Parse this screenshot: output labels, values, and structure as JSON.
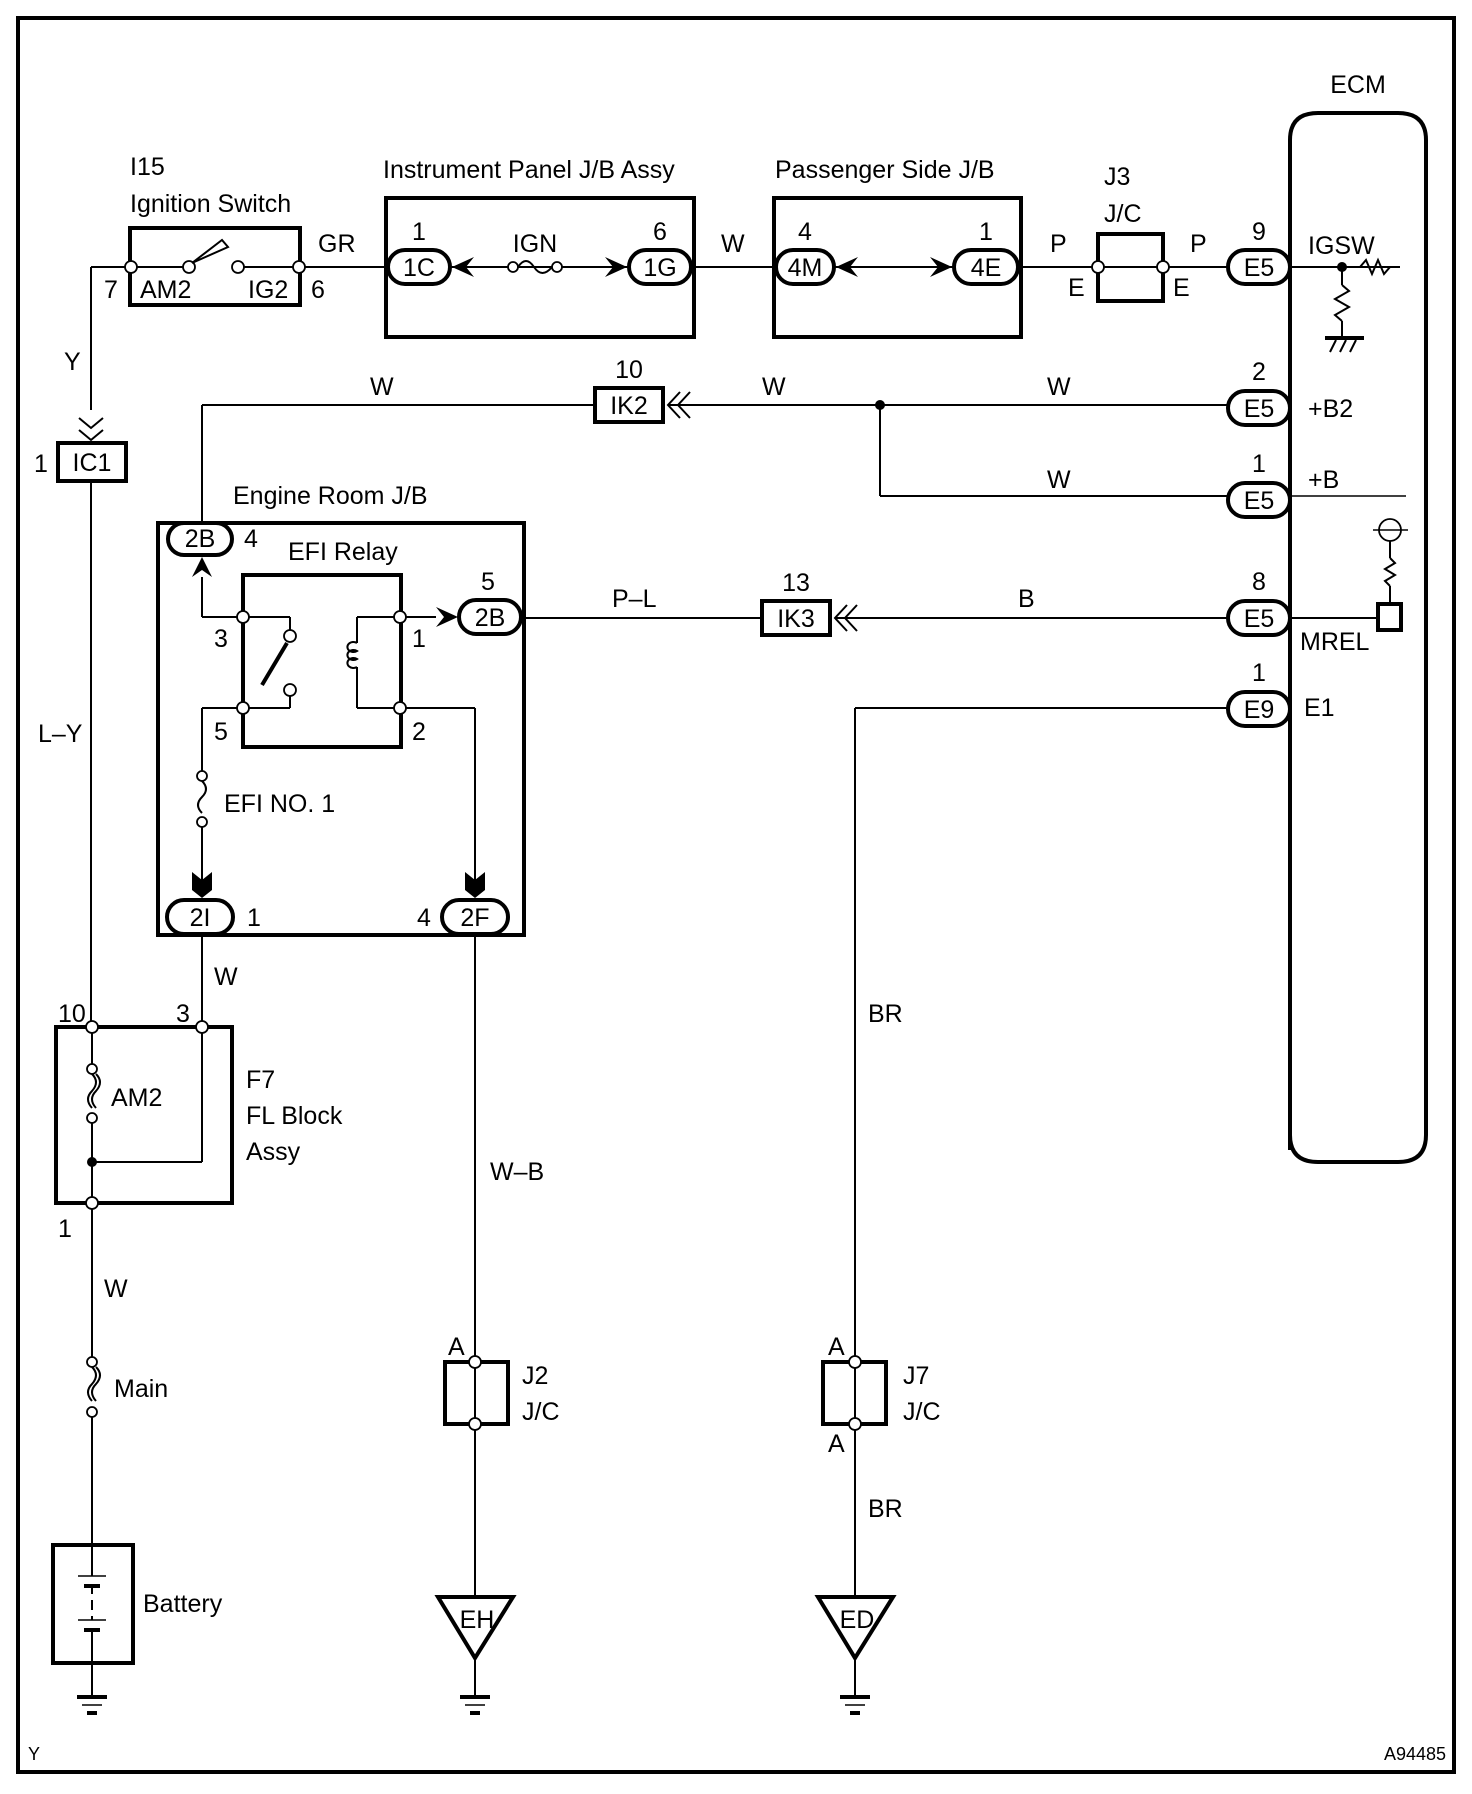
{
  "diagram": {
    "figure_id": "A94485",
    "corner_label": "Y",
    "colors": {
      "line": "#000000",
      "background": "#ffffff"
    }
  },
  "components": {
    "ecm": {
      "title": "ECM",
      "terminals": {
        "igsw": {
          "connector": "E5",
          "pin": "9",
          "label": "IGSW"
        },
        "b2": {
          "connector": "E5",
          "pin": "2",
          "label": "+B2"
        },
        "b": {
          "connector": "E5",
          "pin": "1",
          "label": "+B"
        },
        "mrel": {
          "connector": "E5",
          "pin": "8",
          "label": "MREL"
        },
        "e1": {
          "connector": "E9",
          "pin": "1",
          "label": "E1"
        }
      }
    },
    "ignition_switch": {
      "code": "I15",
      "name": "Ignition Switch",
      "left_pin": "7",
      "right_pin": "6",
      "left_label": "AM2",
      "right_label": "IG2"
    },
    "instrument_panel_jb": {
      "name": "Instrument Panel J/B Assy",
      "fuse": "IGN",
      "left": {
        "connector": "1C",
        "pin": "1"
      },
      "right": {
        "connector": "1G",
        "pin": "6"
      }
    },
    "passenger_side_jb": {
      "name": "Passenger Side J/B",
      "left": {
        "connector": "4M",
        "pin": "4"
      },
      "right": {
        "connector": "4E",
        "pin": "1"
      }
    },
    "j3": {
      "code": "J3",
      "name": "J/C",
      "left_pin": "E",
      "right_pin": "E"
    },
    "ik2": {
      "connector": "IK2",
      "pin": "10"
    },
    "ik3": {
      "connector": "IK3",
      "pin": "13"
    },
    "ic1": {
      "connector": "IC1",
      "pin": "1"
    },
    "engine_room_jb": {
      "name": "Engine Room J/B",
      "relay": {
        "name": "EFI Relay",
        "pins": [
          "3",
          "5",
          "1",
          "2"
        ]
      },
      "conn_2b_top": {
        "connector": "2B",
        "pin": "4"
      },
      "conn_2b_right": {
        "connector": "2B",
        "pin": "5"
      },
      "fuse": "EFI NO. 1",
      "conn_2i": {
        "connector": "2I",
        "pin": "1"
      },
      "conn_2f": {
        "connector": "2F",
        "pin": "4"
      }
    },
    "fl_block": {
      "code": "F7",
      "name_line1": "FL Block",
      "name_line2": "Assy",
      "fuse": "AM2",
      "pin_top_left": "10",
      "pin_top_right": "3",
      "pin_bottom": "1"
    },
    "main_fuse": {
      "name": "Main"
    },
    "battery": {
      "name": "Battery"
    },
    "j2": {
      "code": "J2",
      "name": "J/C",
      "pin": "A"
    },
    "j7": {
      "code": "J7",
      "name": "J/C",
      "pin_top": "A",
      "pin_bottom": "A"
    },
    "ground_eh": {
      "label": "EH"
    },
    "ground_ed": {
      "label": "ED"
    }
  },
  "wires": {
    "ign_sw_to_ip": "GR",
    "ip_to_ps": "W",
    "ps_to_j3": "P",
    "j3_to_ecm": "P",
    "ic1_top": "Y",
    "ik2_left": "W",
    "ik2_right": "W",
    "b2_wire": "W",
    "b_wire": "W",
    "pl_wire": "P–L",
    "mrel_wire": "B",
    "ic1_bottom": "L–Y",
    "efi_to_fl": "W",
    "fl_to_main": "W",
    "wb_wire": "W–B",
    "e1_wire": "BR",
    "j7_bottom": "BR"
  }
}
